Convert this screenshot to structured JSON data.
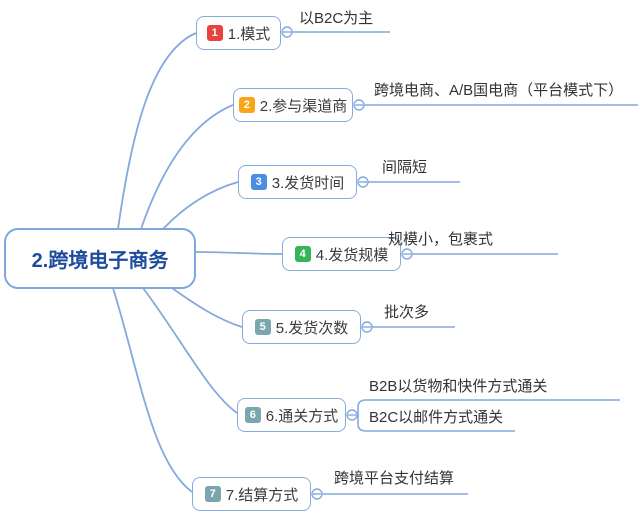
{
  "root": {
    "label": "2.跨境电子商务"
  },
  "branches": [
    {
      "badge": "1",
      "badge_color": "#e8433f",
      "label": "1.模式",
      "children": [
        {
          "label": "以B2C为主"
        }
      ]
    },
    {
      "badge": "2",
      "badge_color": "#f9a51a",
      "label": "2.参与渠道商",
      "children": [
        {
          "label": "跨境电商、A/B国电商（平台模式下）"
        }
      ]
    },
    {
      "badge": "3",
      "badge_color": "#4a8de4",
      "label": "3.发货时间",
      "children": [
        {
          "label": "间隔短"
        }
      ]
    },
    {
      "badge": "4",
      "badge_color": "#35b558",
      "label": "4.发货规模",
      "children": [
        {
          "label": "规模小，包裹式"
        }
      ]
    },
    {
      "badge": "5",
      "badge_color": "#7ba6ad",
      "label": "5.发货次数",
      "children": [
        {
          "label": "批次多"
        }
      ]
    },
    {
      "badge": "6",
      "badge_color": "#7ba6ad",
      "label": "6.通关方式",
      "children": [
        {
          "label": "B2B以货物和快件方式通关"
        },
        {
          "label": "B2C以邮件方式通关"
        }
      ]
    },
    {
      "badge": "7",
      "badge_color": "#7ba6ad",
      "label": "7.结算方式",
      "children": [
        {
          "label": "跨境平台支付结算"
        }
      ]
    }
  ],
  "colors": {
    "line": "#84a9dc",
    "node_border": "#86acdf",
    "root_text": "#1e4b9e",
    "topic_text": "#3c3c3c",
    "badge_red": "#e8433f",
    "badge_orange": "#f9a51a",
    "badge_blue": "#4a8de4",
    "badge_green": "#35b558",
    "badge_teal": "#7ba6ad"
  }
}
